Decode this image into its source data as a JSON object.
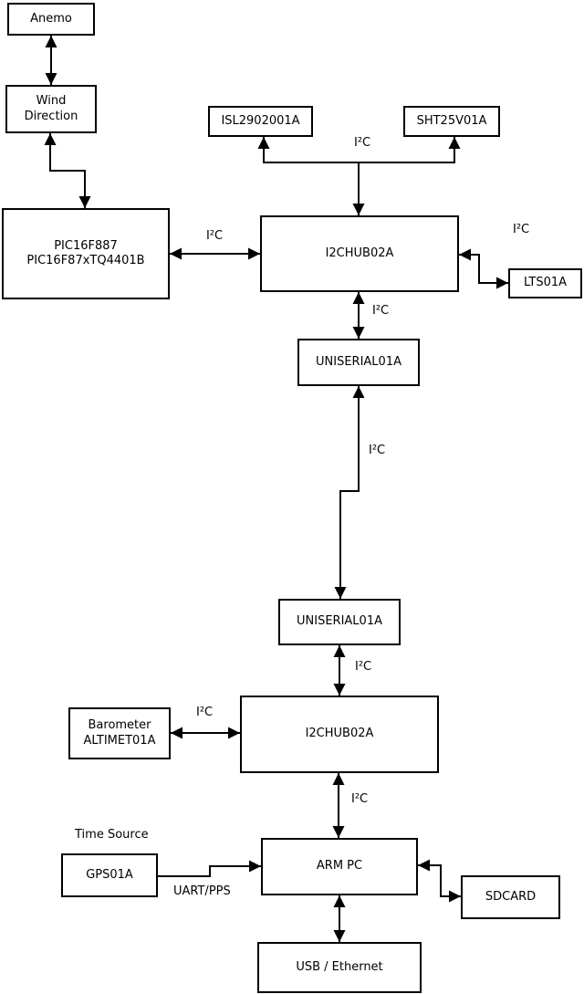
{
  "diagram_title": "sensor-network-block-diagram",
  "colors": {
    "background": "#ffffff",
    "line": "#000000",
    "box_fill": "#ffffff",
    "text": "#000000"
  },
  "nodes": {
    "anemo": {
      "label": "Anemo"
    },
    "wind": {
      "label": "Wind\nDirection"
    },
    "pic": {
      "label": "PIC16F887\nPIC16F87xTQ4401B"
    },
    "isl": {
      "label": "ISL2902001A"
    },
    "sht": {
      "label": "SHT25V01A"
    },
    "hub1": {
      "label": "I2CHUB02A"
    },
    "lts": {
      "label": "LTS01A"
    },
    "uniserial1": {
      "label": "UNISERIAL01A"
    },
    "uniserial2": {
      "label": "UNISERIAL01A"
    },
    "hub2": {
      "label": "I2CHUB02A"
    },
    "barometer": {
      "label": "Barometer\nALTIMET01A"
    },
    "armpc": {
      "label": "ARM PC"
    },
    "gps": {
      "label": "GPS01A"
    },
    "sdcard": {
      "label": "SDCARD"
    },
    "usb": {
      "label": "USB / Ethernet"
    }
  },
  "edge_labels": {
    "i2c_pic_hub1": "I²C",
    "i2c_bus_top": "I²C",
    "i2c_hub1_lts": "I²C",
    "i2c_hub1_uniserial1": "I²C",
    "i2c_uniserial_link": "I²C",
    "i2c_uniserial2_hub2": "I²C",
    "i2c_barometer_hub2": "I²C",
    "i2c_hub2_armpc": "I²C",
    "uart_pps": "UART/PPS",
    "time_source": "Time Source"
  }
}
